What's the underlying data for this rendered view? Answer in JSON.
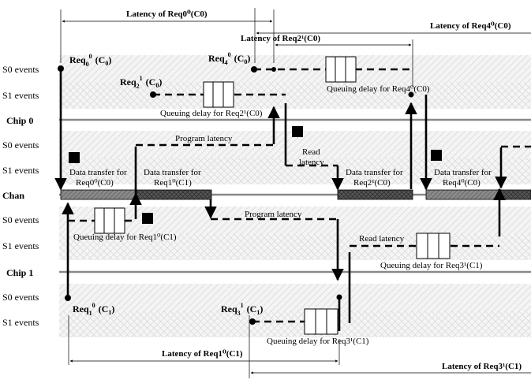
{
  "rows": {
    "s0": "S0 events",
    "s1": "S1 events",
    "chip0": "Chip 0",
    "chip1": "Chip 1",
    "chan": "Chan"
  },
  "latencies": {
    "req0_c0": "Latency of Req0⁰(C0)",
    "req2_c0": "Latency of Req2¹(C0)",
    "req4_c0": "Latency of Req4⁰(C0)",
    "req1_c1": "Latency of Req1⁰(C1)",
    "req3_c1": "Latency of Req3¹(C1)"
  },
  "requests": {
    "req0": {
      "base": "Req",
      "sub": "0",
      "sup": "0",
      "tail": "(C",
      "chan": "0",
      "close": ")"
    },
    "req4": {
      "base": "Req",
      "sub": "4",
      "sup": "0",
      "tail": "(C",
      "chan": "0",
      "close": ")"
    },
    "req2": {
      "base": "Req",
      "sub": "2",
      "sup": "1",
      "tail": "(C",
      "chan": "0",
      "close": ")"
    },
    "req1": {
      "base": "Req",
      "sub": "1",
      "sup": "0",
      "tail": "(C",
      "chan": "1",
      "close": ")"
    },
    "req3": {
      "base": "Req",
      "sub": "3",
      "sup": "1",
      "tail": "(C",
      "chan": "1",
      "close": ")"
    }
  },
  "annotations": {
    "queue_req2_c0": "Queuing delay for Req2¹(C0)",
    "queue_req4_c0": "Queuing delay for Req4⁰(C0)",
    "queue_req1_c1": "Queuing delay for Req1⁰(C1)",
    "queue_req3_c1_top": "Queuing delay for Req3¹(C1)",
    "queue_req3_c1_bottom": "Queuing delay for Req3¹(C1)",
    "program_latency_top": "Program latency",
    "program_latency_bottom": "Program latency",
    "read_latency_top_1": "Read",
    "read_latency_top_2": "latency",
    "read_latency_bottom": "Read latency",
    "dt_label": "Data transfer for",
    "dt1_req": "Req0⁰(C0)",
    "dt2_req": "Req1⁰(C1)",
    "dt3_req": "Req2¹(C0)",
    "dt4_req": "Req4⁰(C0)"
  },
  "markers": [
    "1",
    "2",
    "3",
    "4"
  ]
}
